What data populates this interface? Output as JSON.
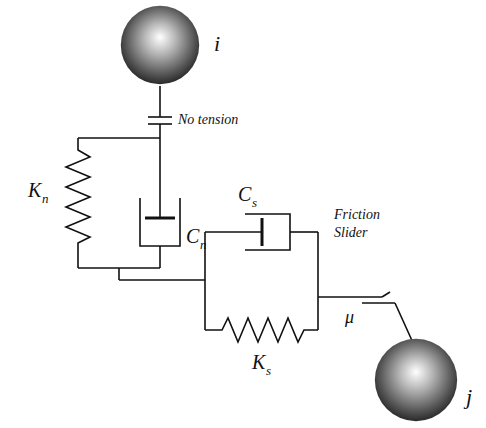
{
  "diagram": {
    "nodes": [
      {
        "text": [
          "i"
        ]
      },
      {
        "text": [
          "j"
        ]
      }
    ],
    "labels": [
      "No tension",
      "K",
      "n",
      "C",
      "n",
      "C",
      "s",
      "K",
      "s",
      "Friction Slider",
      "μ"
    ]
  }
}
